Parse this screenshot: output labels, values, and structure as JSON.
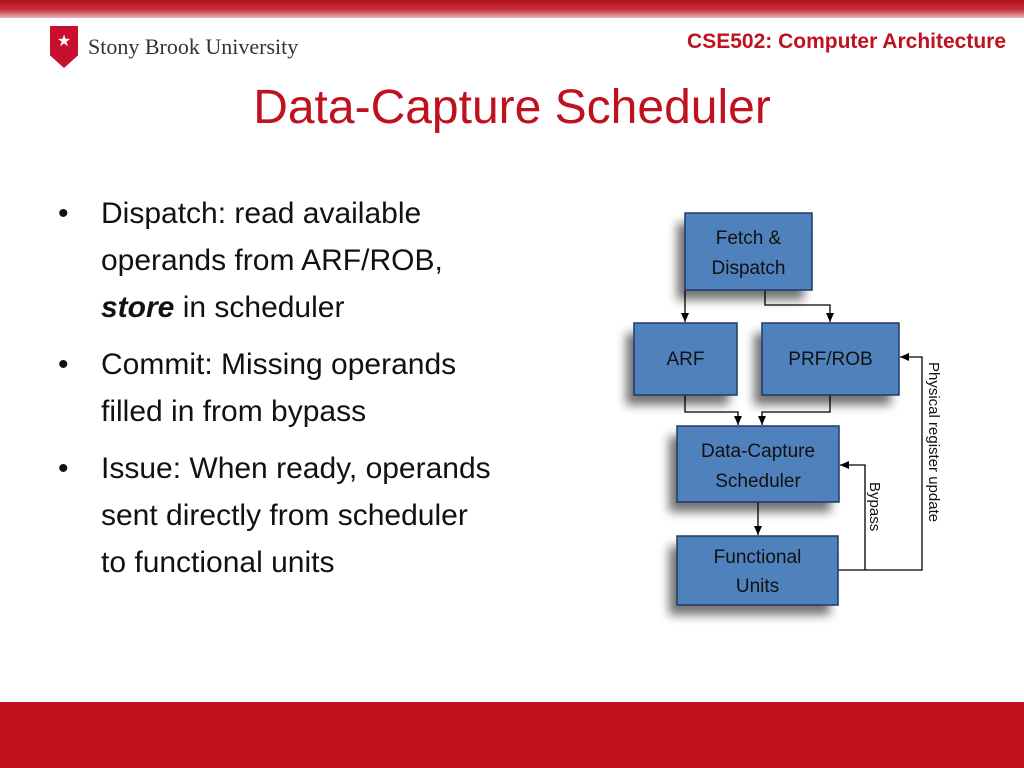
{
  "header": {
    "logo_text": "Stony Brook University",
    "course": "CSE502: Computer Architecture"
  },
  "slide": {
    "title": "Data-Capture Scheduler",
    "bullet_glyph": "•",
    "bullets": [
      {
        "line1": "Dispatch: read available",
        "line2": "operands from ARF/ROB,",
        "emph": "store",
        "rest": " in scheduler"
      },
      {
        "line1": "Commit: Missing operands",
        "line2": "filled in from bypass"
      },
      {
        "line1": "Issue: When ready, operands",
        "line2": "sent directly from scheduler",
        "line3": "to functional units"
      }
    ]
  },
  "diagram": {
    "box_fill": "#4f81bd",
    "box_stroke": "#1f3b63",
    "fetch_dispatch": {
      "line1": "Fetch &",
      "line2": "Dispatch"
    },
    "arf": "ARF",
    "prf_rob": "PRF/ROB",
    "scheduler": {
      "line1": "Data-Capture",
      "line2": "Scheduler"
    },
    "functional_units": {
      "line1": "Functional",
      "line2": "Units"
    },
    "bypass_label": "Bypass",
    "physical_update_label": "Physical register update"
  },
  "colors": {
    "accent": "#c0111f"
  }
}
